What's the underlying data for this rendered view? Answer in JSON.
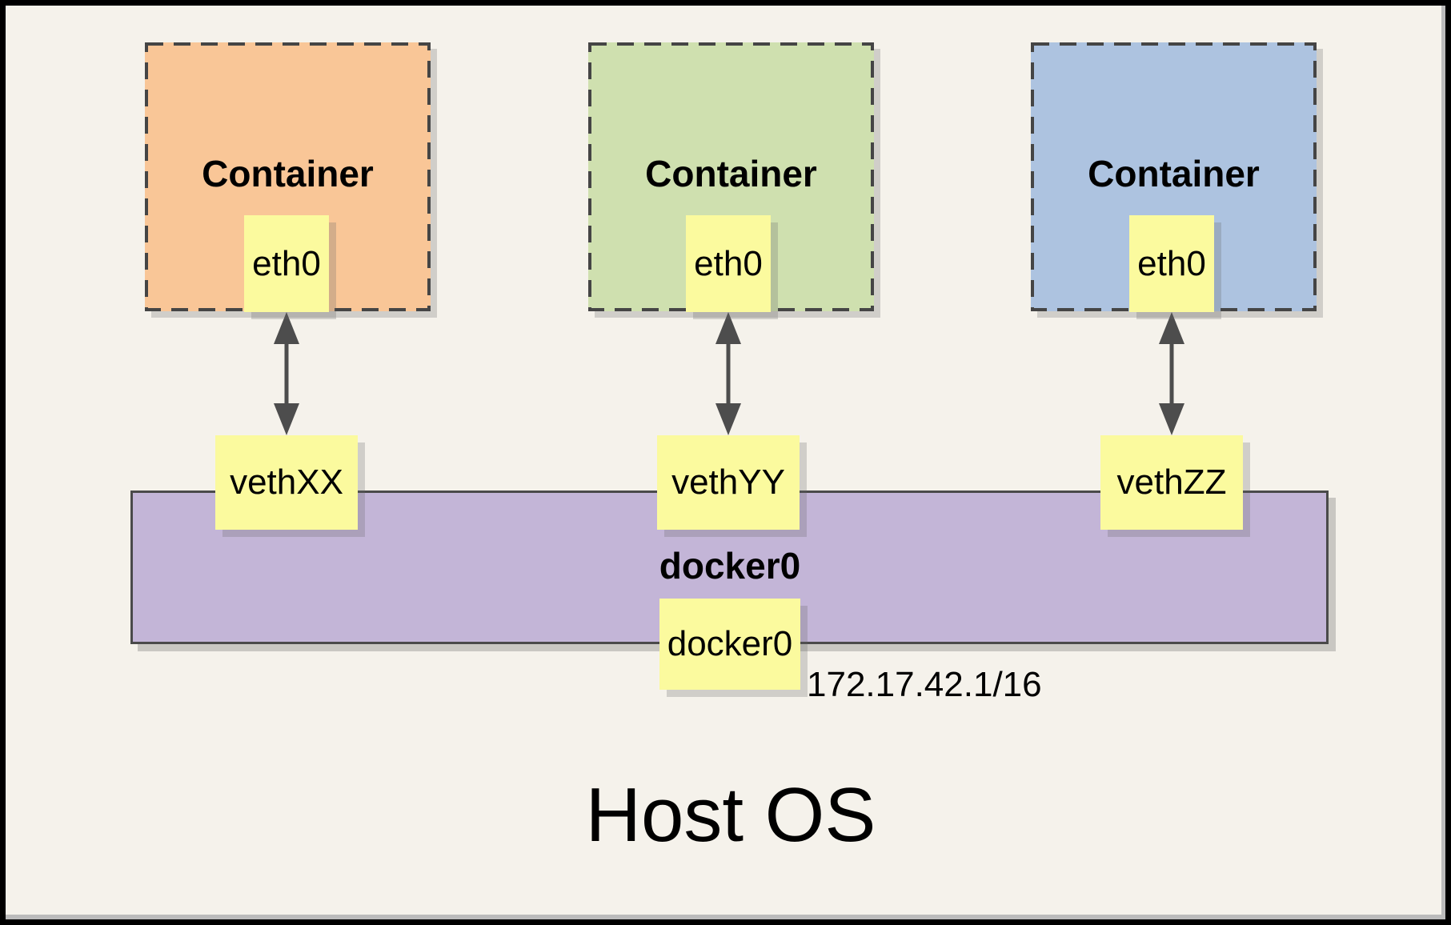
{
  "diagram": {
    "host_label": "Host OS",
    "bridge": {
      "label": "docker0",
      "interface": "docker0",
      "subnet": "172.17.42.1/16",
      "fill": "#C3B5D7"
    },
    "containers": [
      {
        "label": "Container",
        "interface": "eth0",
        "veth": "vethXX",
        "fill": "#F9C697"
      },
      {
        "label": "Container",
        "interface": "eth0",
        "veth": "vethYY",
        "fill": "#CFE0AF"
      },
      {
        "label": "Container",
        "interface": "eth0",
        "veth": "vethZZ",
        "fill": "#ADC3E0"
      }
    ],
    "colors": {
      "background": "#F5F2EB",
      "note": "#FBFA9E",
      "border": "#454545",
      "arrow": "#4D4D4D",
      "frame": "#000000"
    }
  }
}
